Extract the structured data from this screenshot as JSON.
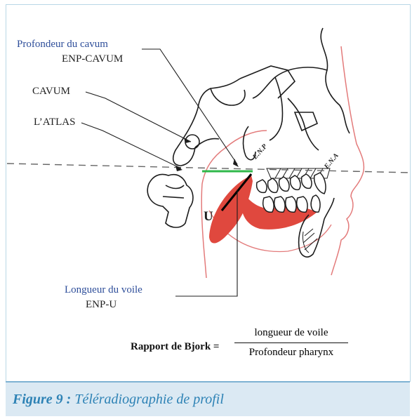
{
  "labels": {
    "profondeur": "Profondeur du cavum",
    "enp_cavum": "ENP-CAVUM",
    "cavum": "CAVUM",
    "atlas": "L’ATLAS",
    "longueur": "Longueur du voile",
    "enp_u": "ENP-U",
    "u_point": "U",
    "enp_point": "E.N.P",
    "ena_point": "E.N.A"
  },
  "formula": {
    "lhs": "Rapport de Bjork =",
    "numerator": "longueur de voile",
    "denominator": "Profondeur pharynx"
  },
  "caption": {
    "prefix": "Figure 9 :",
    "text": " Téléradiographie de profil"
  },
  "colors": {
    "soft_tissue": "#e0483e",
    "profile_line": "#e37b7b",
    "measure_line": "#2fb84a",
    "label_blue": "#2e4e9a",
    "caption_blue": "#2d82b5"
  }
}
